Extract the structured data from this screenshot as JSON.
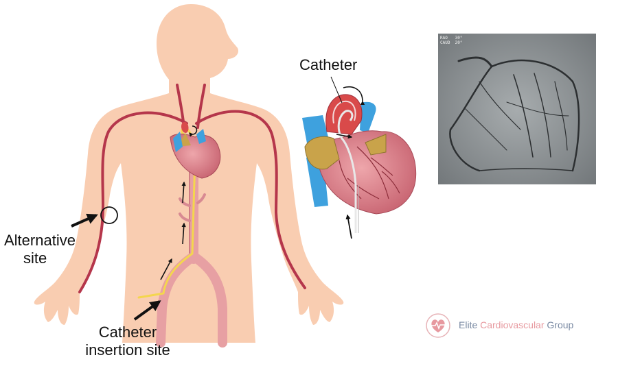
{
  "labels": {
    "alternative_site": [
      "Alternative",
      "site"
    ],
    "catheter_insertion_site": [
      "Catheter",
      "insertion site"
    ],
    "catheter": "Catheter"
  },
  "angiogram": {
    "overlay_lines": [
      "RAO   30°",
      "CAUD  20°"
    ]
  },
  "logo": {
    "words": [
      "Elite",
      "Cardiovascular",
      "Group"
    ]
  },
  "colors": {
    "skin": "#f9cdb1",
    "artery": "#b5364b",
    "vein": "#3ea1de",
    "catheter": "#f4d64e",
    "aorta": "#e8a2a4",
    "heart": "#d97d86",
    "logo_blue": "#7a8aa3",
    "logo_pink": "#e7999f"
  }
}
